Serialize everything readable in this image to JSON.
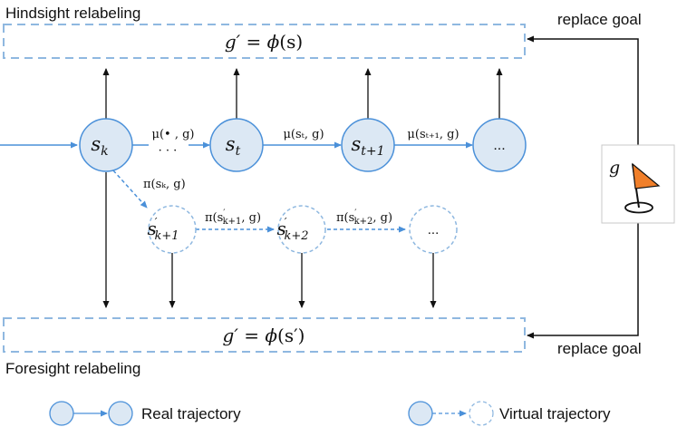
{
  "colors": {
    "node_fill": "#dce8f4",
    "node_stroke": "#4a90d9",
    "dashed_box": "#8fb8e0",
    "flag": "#f07f2a",
    "arrow": "#222222"
  },
  "top_box": {
    "title": "Hindsight relabeling",
    "formula_lhs": "g′ = ",
    "formula_phi": "ϕ",
    "formula_arg": "(s)"
  },
  "bottom_box": {
    "title": "Foresight relabeling",
    "formula_lhs": "g′ = ",
    "formula_phi": "ϕ",
    "formula_arg": "(s′)"
  },
  "replace_goal_top": "replace goal",
  "replace_goal_bottom": "replace goal",
  "goal_label": "g",
  "real_nodes": {
    "n1": {
      "base": "s",
      "sub": "k"
    },
    "n2": {
      "base": "s",
      "sub": "t"
    },
    "n3": {
      "base": "s",
      "sub": "t+1"
    },
    "n4": {
      "text": "..."
    }
  },
  "real_edges": {
    "e12": {
      "label": "μ(• , g)",
      "ellipsis": "· · ·"
    },
    "e23": {
      "label": "μ(sₜ, g)"
    },
    "e34": {
      "label": "μ(sₜ₊₁, g)"
    }
  },
  "virtual_nodes": {
    "v1": {
      "base": "s",
      "sup": "′",
      "sub": "k+1"
    },
    "v2": {
      "base": "s",
      "sup": "′",
      "sub": "k+2"
    },
    "v3": {
      "text": "..."
    }
  },
  "virtual_edges": {
    "down": {
      "label": "π(sₖ, g)"
    },
    "e12": {
      "pre": "π(s",
      "sup": "′",
      "sub": "k+1",
      "post": ", g)"
    },
    "e23": {
      "pre": "π(s",
      "sup": "′",
      "sub": "k+2",
      "post": ", g)"
    }
  },
  "legend": {
    "real": "Real trajectory",
    "virtual": "Virtual trajectory"
  }
}
